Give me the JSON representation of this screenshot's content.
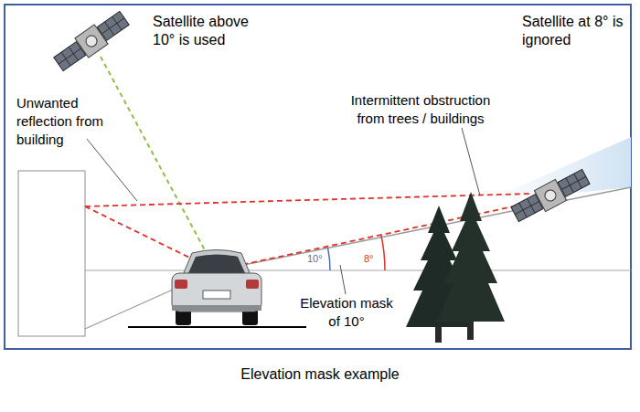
{
  "diagram": {
    "caption": "Elevation mask example",
    "labels": [
      "Satellite above 10° is used",
      "Unwanted reflection from building",
      "Intermittent obstruction from trees / buildings",
      "Satellite at 8° is ignored",
      "10°",
      "8°",
      "Elevation mask of 10°"
    ]
  }
}
